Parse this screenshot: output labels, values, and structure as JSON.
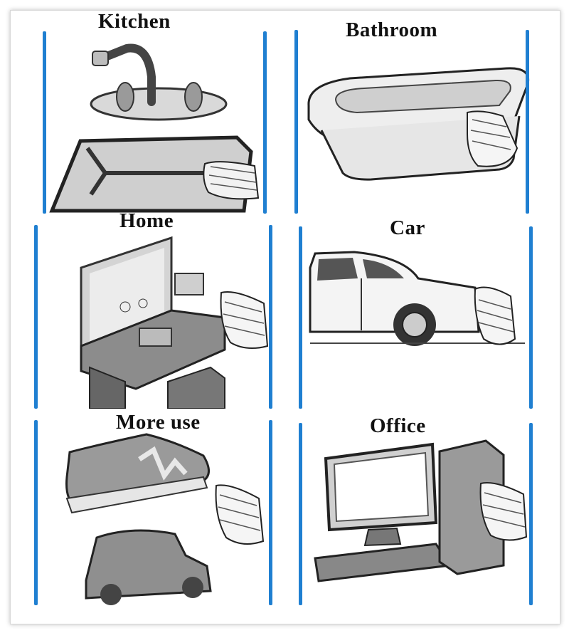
{
  "panels": {
    "kitchen": {
      "label": "Kitchen"
    },
    "bathroom": {
      "label": "Bathroom"
    },
    "home": {
      "label": "Home"
    },
    "car": {
      "label": "Car"
    },
    "more_use": {
      "label": "More use"
    },
    "office": {
      "label": "Office"
    }
  },
  "colors": {
    "accent_bar": "#1f7fd1",
    "line_art": "#222222",
    "fill_gray": "#8a8a8a"
  }
}
